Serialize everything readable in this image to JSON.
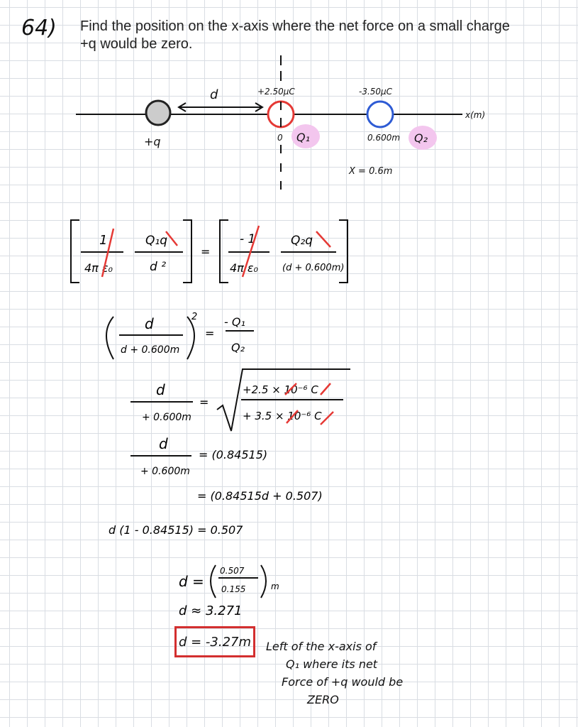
{
  "problem": {
    "number": "64)",
    "text_line1": "Find the position on the x-axis where the net force on a small charge",
    "text_line2": "+q would be zero."
  },
  "diagram": {
    "distance_label": "d",
    "q1_value": "+2.50μC",
    "q2_value": "-3.50μC",
    "axis_label": "x(m)",
    "test_charge_label": "+q",
    "origin_label": "0",
    "q1_label": "Q₁",
    "q2_position": "0.600m",
    "q2_label": "Q₂",
    "x_note": "X = 0.6m",
    "colors": {
      "test_charge": "#cccccc",
      "q1": "#e53935",
      "q2": "#2e5bd4",
      "highlight": "#f3c6ee"
    }
  },
  "work": {
    "eq1_left_num_a": "1",
    "eq1_left_den_a": "4π ε₀",
    "eq1_left_num_b": "Q₁q",
    "eq1_left_den_b": "d ²",
    "eq1_eq": "=",
    "eq1_right_num_a": "- 1",
    "eq1_right_den_a": "4π ε₀",
    "eq1_right_num_b": "Q₂q",
    "eq1_right_den_b": "(d + 0.600m)",
    "eq2_num": "d",
    "eq2_den": "d + 0.600m",
    "eq2_exp": "2",
    "eq2_eq": "=",
    "eq2_rnum": "- Q₁",
    "eq2_rden": "Q₂",
    "eq3_num": "d",
    "eq3_den": "+ 0.600m",
    "eq3_eq": "=",
    "eq3_rnum": "+2.5 × 10⁻⁶ C",
    "eq3_rden": "+ 3.5 × 10⁻⁶ C",
    "eq4_num": "d",
    "eq4_den": "+ 0.600m",
    "eq4_rhs": "= (0.84515)",
    "eq5": "= (0.84515d + 0.507)",
    "eq6": "d (1 - 0.84515) = 0.507",
    "eq7_lhs": "d =",
    "eq7_num": "0.507",
    "eq7_den": "0.155",
    "eq7_unit": "m",
    "eq8": "d ≈ 3.271",
    "answer": "d = -3.27m",
    "note_line1": "Left of the x-axis of",
    "note_line2": "Q₁ where its net",
    "note_line3": "Force of +q would be",
    "note_line4": "ZERO"
  }
}
